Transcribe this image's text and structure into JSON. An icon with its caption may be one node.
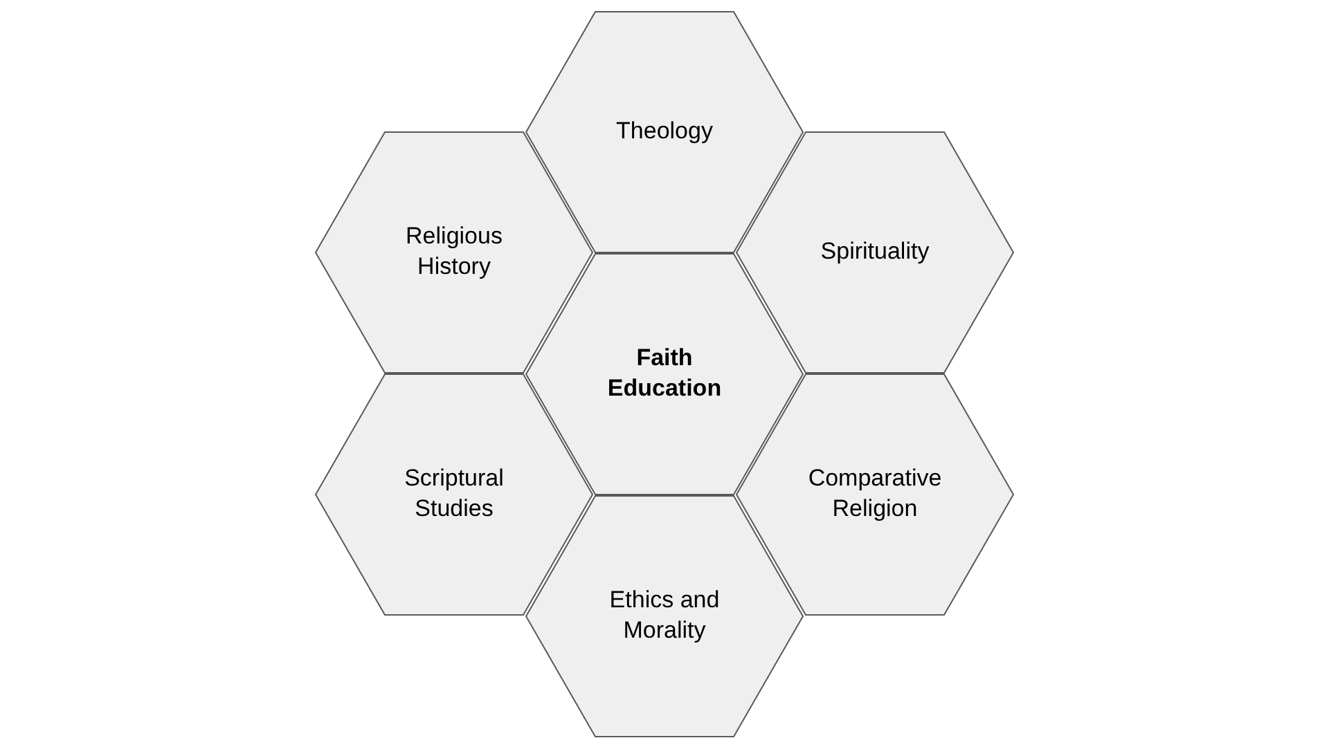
{
  "diagram": {
    "nodes": [
      {
        "text": [
          "Theology"
        ]
      },
      {
        "text": [
          "Religious History"
        ]
      },
      {
        "text": [
          "Spirituality"
        ]
      },
      {
        "text": [
          "Faith Education"
        ]
      },
      {
        "text": [
          "Scriptural Studies"
        ]
      },
      {
        "text": [
          "Comparative Religion"
        ]
      },
      {
        "text": [
          "Ethics and Morality"
        ]
      }
    ]
  }
}
